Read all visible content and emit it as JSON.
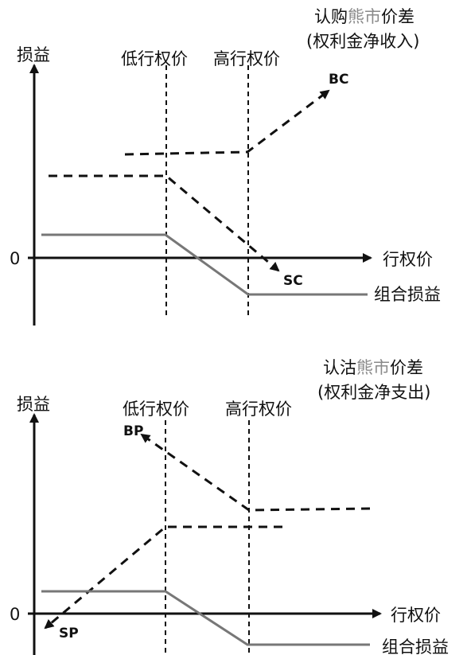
{
  "colors": {
    "axis": "#111111",
    "dashed": "#111111",
    "combined": "#777777",
    "highlight": "#8a8a8a"
  },
  "panels": [
    {
      "title_line1_prefix": "认购",
      "title_line1_highlight": "熊市",
      "title_line1_suffix": "价差",
      "title_line2": "(权利金净收入)",
      "y_label": "损益",
      "zero_label": "0",
      "x_label": "行权价",
      "low_strike_label": "低行权价",
      "high_strike_label": "高行权价",
      "label_bc": "BC",
      "label_sc": "SC",
      "combo_label": "组合损益"
    },
    {
      "title_line1_prefix": "认沽",
      "title_line1_highlight": "熊市",
      "title_line1_suffix": "价差",
      "title_line2": "(权利金净支出)",
      "y_label": "损益",
      "zero_label": "0",
      "x_label": "行权价",
      "low_strike_label": "低行权价",
      "high_strike_label": "高行权价",
      "label_bp": "BP",
      "label_sp": "SP",
      "combo_label": "组合损益"
    }
  ]
}
